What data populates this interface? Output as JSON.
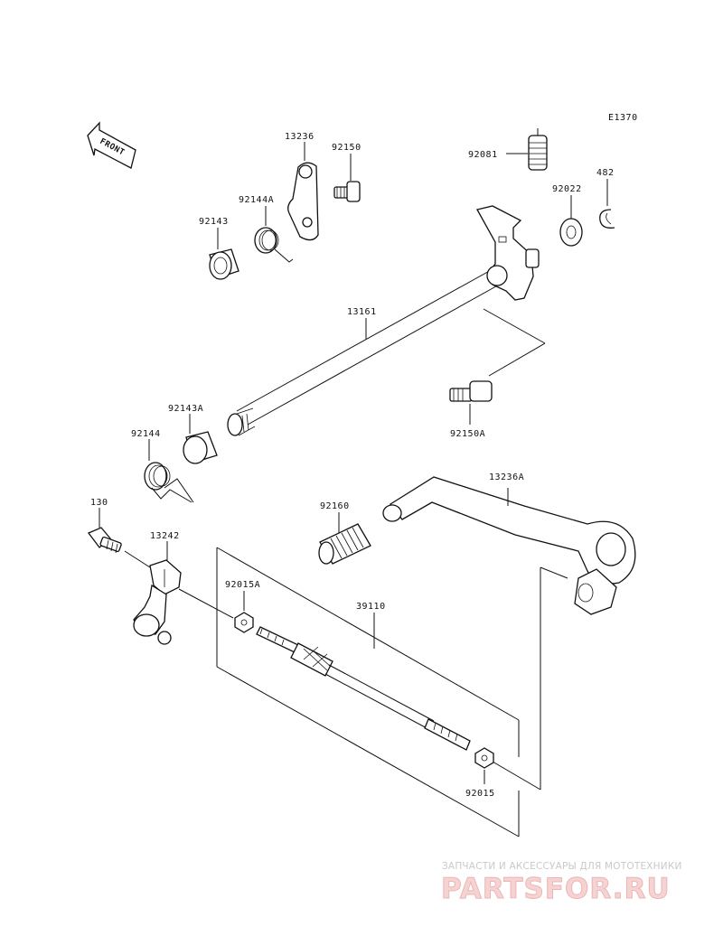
{
  "diagram": {
    "code": "E1370",
    "front_label": "FRONT",
    "parts": {
      "p13236": "13236",
      "p92150": "92150",
      "p92081": "92081",
      "p482": "482",
      "p92144A": "92144A",
      "p92022": "92022",
      "p92143": "92143",
      "p13161": "13161",
      "p92150A": "92150A",
      "p92143A": "92143A",
      "p92144": "92144",
      "p13236A": "13236A",
      "p130": "130",
      "p92160": "92160",
      "p13242": "13242",
      "p92015A": "92015A",
      "p39110": "39110",
      "p92015": "92015"
    }
  },
  "watermark": {
    "tagline": "ЗАПЧАСТИ И АКСЕССУАРЫ ДЛЯ МОТОТЕХНИКИ",
    "logo": "PARTSFOR.RU"
  }
}
